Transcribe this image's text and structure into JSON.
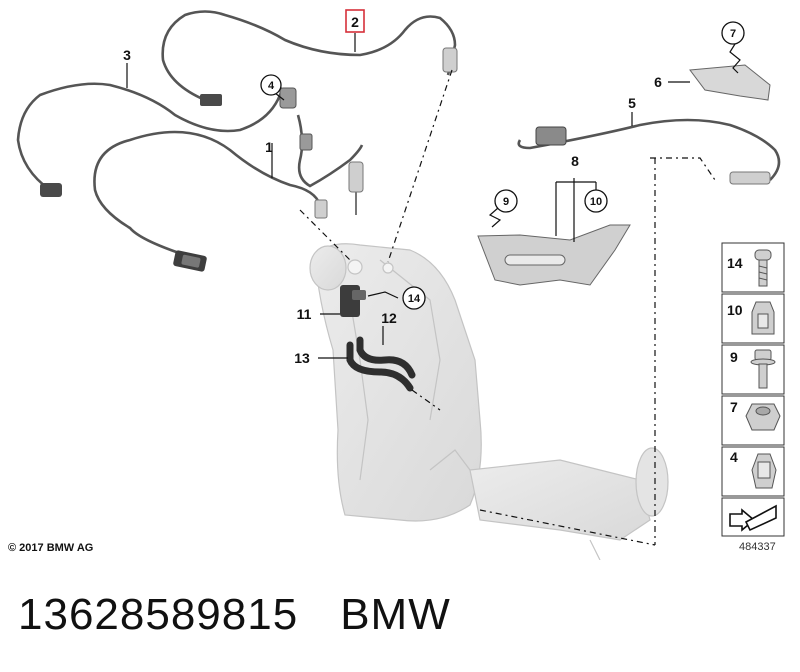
{
  "callouts": {
    "c1": "1",
    "c2": "2",
    "c3": "3",
    "c4": "4",
    "c5": "5",
    "c6": "6",
    "c7": "7",
    "c8": "8",
    "c9": "9",
    "c10": "10",
    "c11": "11",
    "c12": "12",
    "c13": "13",
    "c14": "14"
  },
  "legend": {
    "items": [
      {
        "label": "14",
        "icon": "bolt-icon"
      },
      {
        "label": "10",
        "icon": "clip-nut-icon"
      },
      {
        "label": "9",
        "icon": "flange-bolt-icon"
      },
      {
        "label": "7",
        "icon": "hex-nut-icon"
      },
      {
        "label": "4",
        "icon": "spring-clip-icon"
      },
      {
        "label": "",
        "icon": "arrow-icon"
      }
    ]
  },
  "footer": {
    "copyright": "© 2017 BMW AG",
    "diagram_number": "484337"
  },
  "caption": {
    "part_number": "13628589815",
    "brand": "BMW"
  },
  "colors": {
    "highlight": "#d6303a",
    "part_fill": "#e6e6e6",
    "wire": "#555555"
  }
}
